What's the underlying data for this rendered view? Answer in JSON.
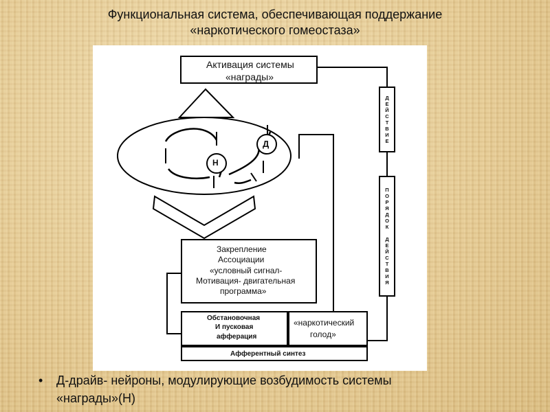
{
  "title": {
    "line1": "Функциональная система, обеспечивающая поддержание",
    "line2": "«наркотического гомеостаза»"
  },
  "diagram": {
    "reward_box": [
      "Активация системы",
      "«награды»"
    ],
    "neuron_d": "Д",
    "neuron_n": "Н",
    "action_letters": [
      "Д",
      "Е",
      "Й",
      "С",
      "Т",
      "В",
      "И",
      "Е"
    ],
    "order_letters": [
      "П",
      "О",
      "Р",
      "Я",
      "Д",
      "О",
      "К",
      "",
      "Д",
      "Е",
      "Й",
      "С",
      "Т",
      "В",
      "И",
      "Я"
    ],
    "consolidation_box": [
      "Закрепление",
      "Ассоциации",
      "«условный сигнал-",
      "Мотивация- двигательная",
      "программа»"
    ],
    "afferentation": [
      "Обстановочная",
      "И пусковая",
      "афферация"
    ],
    "hunger": [
      "«наркотический",
      "голод»"
    ],
    "synthesis": "Афферентный синтез"
  },
  "bullet": {
    "symbol": "•",
    "line1": "Д-драйв- нейроны, модулирующие возбудимость системы",
    "line2": "«награды»(Н)"
  }
}
